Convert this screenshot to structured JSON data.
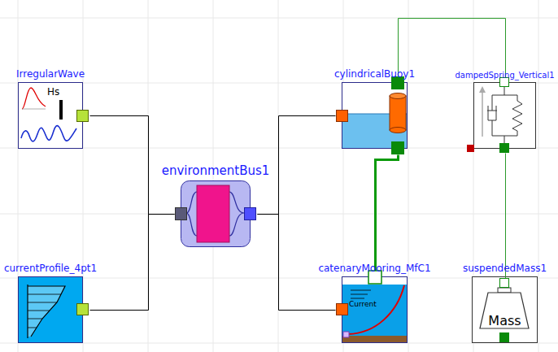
{
  "diagram": {
    "nodes": [
      {
        "text": [
          "IrregularWave",
          "Hs"
        ]
      },
      {
        "text": [
          "currentProfile_4pt1"
        ]
      },
      {
        "text": [
          "environmentBus1"
        ]
      },
      {
        "text": [
          "cylindricalBuoy1"
        ]
      },
      {
        "text": [
          "catenaryMooring_MfC1",
          "Current"
        ]
      },
      {
        "text": [
          "dampedSpring_Vertical1"
        ]
      },
      {
        "text": [
          "suspendedMass1",
          "Mass"
        ]
      }
    ],
    "edges": [
      {
        "from": 0,
        "to": 2,
        "arrow": "none"
      },
      {
        "from": 1,
        "to": 2,
        "arrow": "none"
      },
      {
        "from": 2,
        "to": 3,
        "arrow": "none"
      },
      {
        "from": 2,
        "to": 4,
        "arrow": "none"
      },
      {
        "from": 3,
        "to": 5,
        "arrow": "none"
      },
      {
        "from": 3,
        "to": 4,
        "arrow": "none"
      },
      {
        "from": 5,
        "to": 6,
        "arrow": "none"
      }
    ]
  }
}
